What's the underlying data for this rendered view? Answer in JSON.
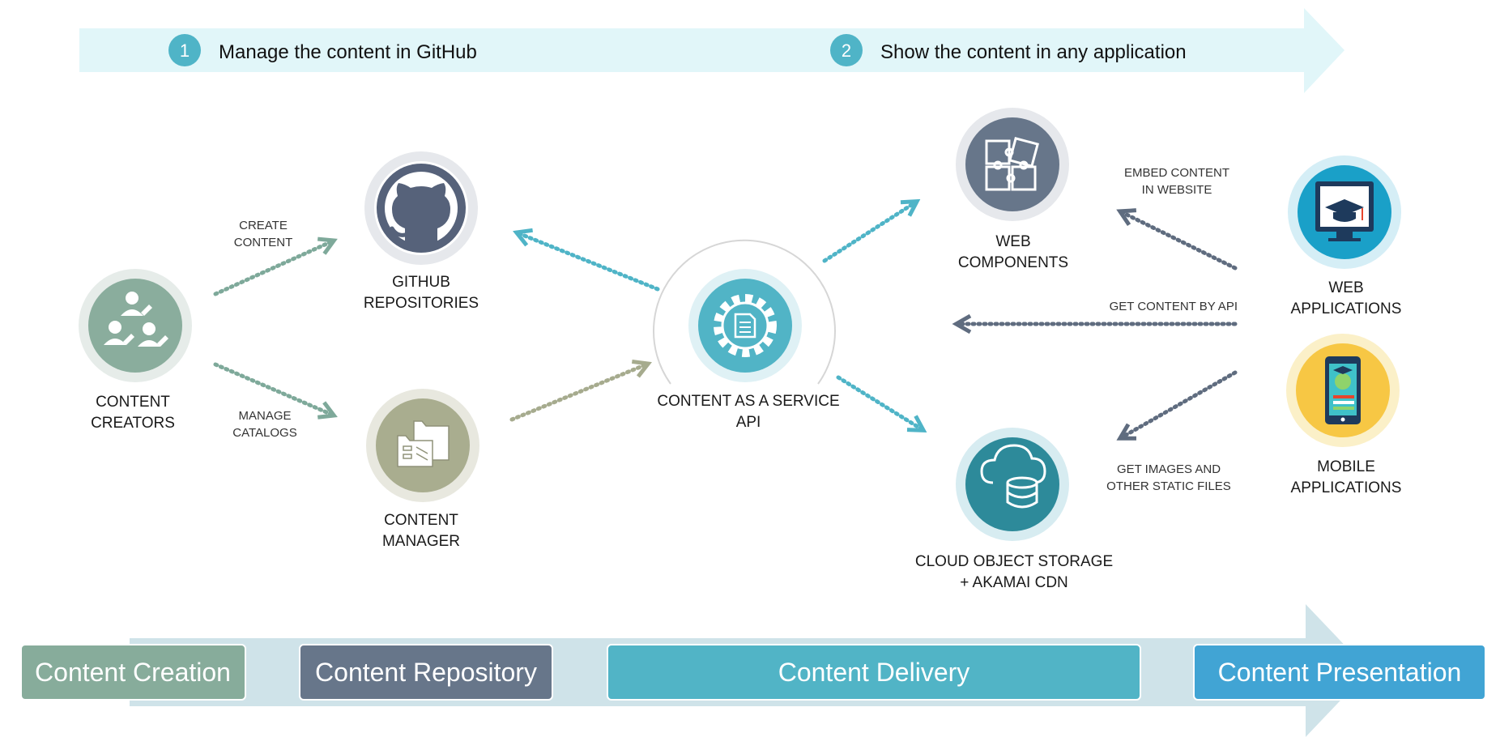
{
  "colors": {
    "banner": "#e1f6f9",
    "stepBadge": "#4fb4c7",
    "creators": "#8aad9d",
    "repository": "#67768a",
    "manager": "#a9ad8f",
    "api": "#51b4c6",
    "webComponents": "#67768a",
    "storage": "#2d8a9a",
    "webApps": "#1aa0c8",
    "mobileApps": "#f7c744",
    "edgeTeal": "#4fb4c7",
    "edgeGreen": "#7ea99a",
    "edgeOlive": "#a6ab8e",
    "edgeSlate": "#5f6c7f",
    "phaseBand": "#cfe3e9",
    "phaseCreation": "#87ac9b",
    "phaseRepository": "#67768a",
    "phaseDelivery": "#51b4c6",
    "phasePresentation": "#41a4d4"
  },
  "steps": [
    {
      "number": "1",
      "label": "Manage the content in GitHub"
    },
    {
      "number": "2",
      "label": "Show the content in any application"
    }
  ],
  "nodes": {
    "creators": {
      "line1": "CONTENT",
      "line2": "CREATORS",
      "icon": "users-edit-icon"
    },
    "github": {
      "line1": "GITHUB",
      "line2": "REPOSITORIES",
      "icon": "github-icon"
    },
    "manager": {
      "line1": "CONTENT",
      "line2": "MANAGER",
      "icon": "folder-catalog-icon"
    },
    "api": {
      "line1": "CONTENT AS A SERVICE",
      "line2": "API",
      "icon": "gear-document-icon"
    },
    "webComponents": {
      "line1": "WEB",
      "line2": "COMPONENTS",
      "icon": "puzzle-icon"
    },
    "storage": {
      "line1": "CLOUD OBJECT STORAGE",
      "line2": "+ AKAMAI CDN",
      "icon": "cloud-database-icon"
    },
    "webApps": {
      "line1": "WEB",
      "line2": "APPLICATIONS",
      "icon": "monitor-graduation-icon"
    },
    "mobileApps": {
      "line1": "MOBILE",
      "line2": "APPLICATIONS",
      "icon": "phone-globe-icon"
    }
  },
  "edges": {
    "create": {
      "line1": "CREATE",
      "line2": "CONTENT"
    },
    "manage": {
      "line1": "MANAGE",
      "line2": "CATALOGS"
    },
    "embed": {
      "line1": "EMBED CONTENT",
      "line2": "IN WEBSITE"
    },
    "getApi": {
      "line1": "GET CONTENT BY API"
    },
    "getImages": {
      "line1": "GET IMAGES AND",
      "line2": "OTHER STATIC FILES"
    }
  },
  "phases": [
    {
      "label": "Content Creation"
    },
    {
      "label": "Content Repository"
    },
    {
      "label": "Content Delivery"
    },
    {
      "label": "Content Presentation"
    }
  ]
}
